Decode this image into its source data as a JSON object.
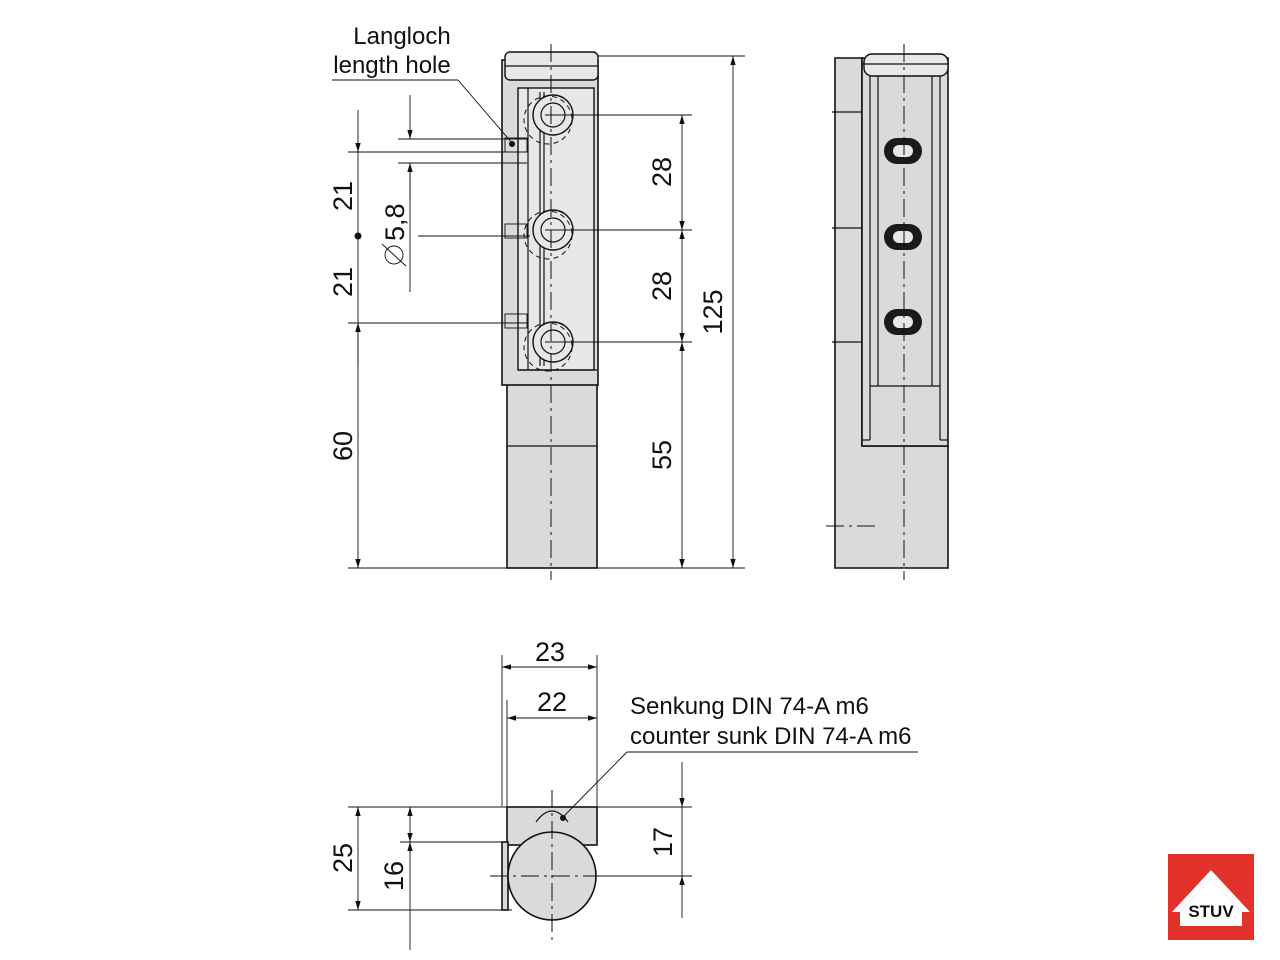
{
  "labels": {
    "langloch": "Langloch",
    "length_hole": "length hole",
    "senkung": "Senkung DIN 74-A m6",
    "counter_sunk": "counter sunk DIN 74-A m6"
  },
  "dimensions": {
    "d21_upper": "21",
    "d21_lower": "21",
    "d_diameter": "5,8",
    "d60": "60",
    "d28_upper": "28",
    "d28_lower": "28",
    "d55": "55",
    "d125": "125",
    "d23": "23",
    "d22": "22",
    "d17": "17",
    "d25": "25",
    "d16": "16"
  },
  "logo": {
    "text": "STUV",
    "color": "#e2312b"
  }
}
